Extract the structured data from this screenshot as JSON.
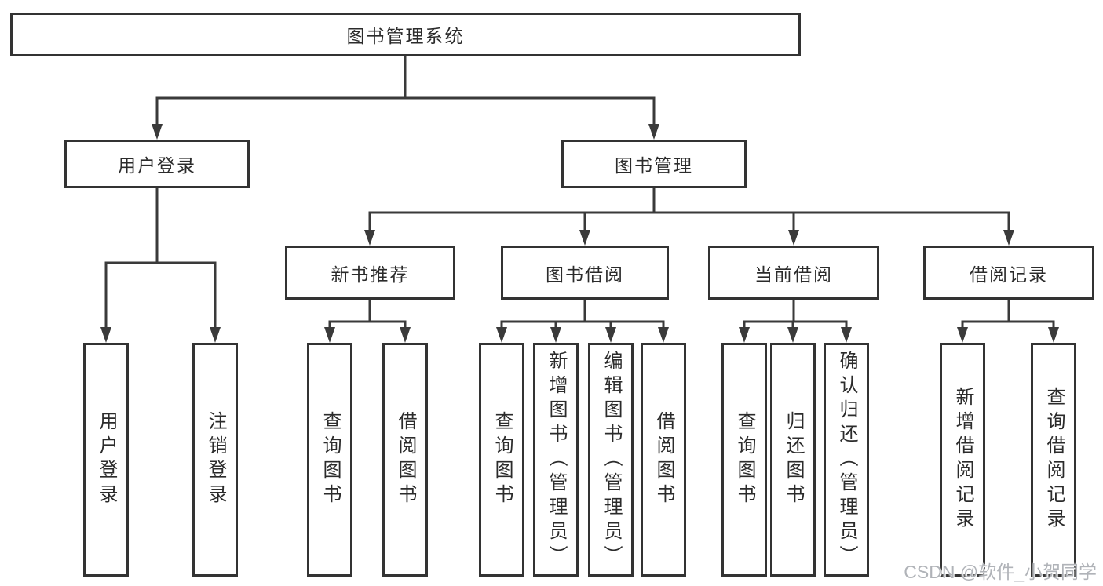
{
  "diagram": {
    "root": {
      "label": "图书管理系统"
    },
    "level2": [
      {
        "label": "用户登录"
      },
      {
        "label": "图书管理"
      }
    ],
    "level3": [
      {
        "label": "新书推荐",
        "parent": "图书管理"
      },
      {
        "label": "图书借阅",
        "parent": "图书管理"
      },
      {
        "label": "当前借阅",
        "parent": "图书管理"
      },
      {
        "label": "借阅记录",
        "parent": "图书管理"
      }
    ],
    "leaves": [
      {
        "label": "用户登录",
        "parent": "用户登录"
      },
      {
        "label": "注销登录",
        "parent": "用户登录"
      },
      {
        "label": "查询图书",
        "parent": "新书推荐"
      },
      {
        "label": "借阅图书",
        "parent": "新书推荐"
      },
      {
        "label": "查询图书",
        "parent": "图书借阅"
      },
      {
        "label": "新增图书（管理员）",
        "parent": "图书借阅"
      },
      {
        "label": "编辑图书（管理员）",
        "parent": "图书借阅"
      },
      {
        "label": "借阅图书",
        "parent": "图书借阅"
      },
      {
        "label": "查询图书",
        "parent": "当前借阅"
      },
      {
        "label": "归还图书",
        "parent": "当前借阅"
      },
      {
        "label": "确认归还（管理员）",
        "parent": "当前借阅"
      },
      {
        "label": "新增借阅记录",
        "parent": "借阅记录"
      },
      {
        "label": "查询借阅记录",
        "parent": "借阅记录"
      }
    ]
  },
  "watermark": {
    "text": "CSDN @软件_小贺同学"
  },
  "colors": {
    "background": "#ffffff",
    "line": "#3a3a3a",
    "border": "#333333",
    "text": "#2b2b2b",
    "watermark": "#b0b3b8"
  }
}
